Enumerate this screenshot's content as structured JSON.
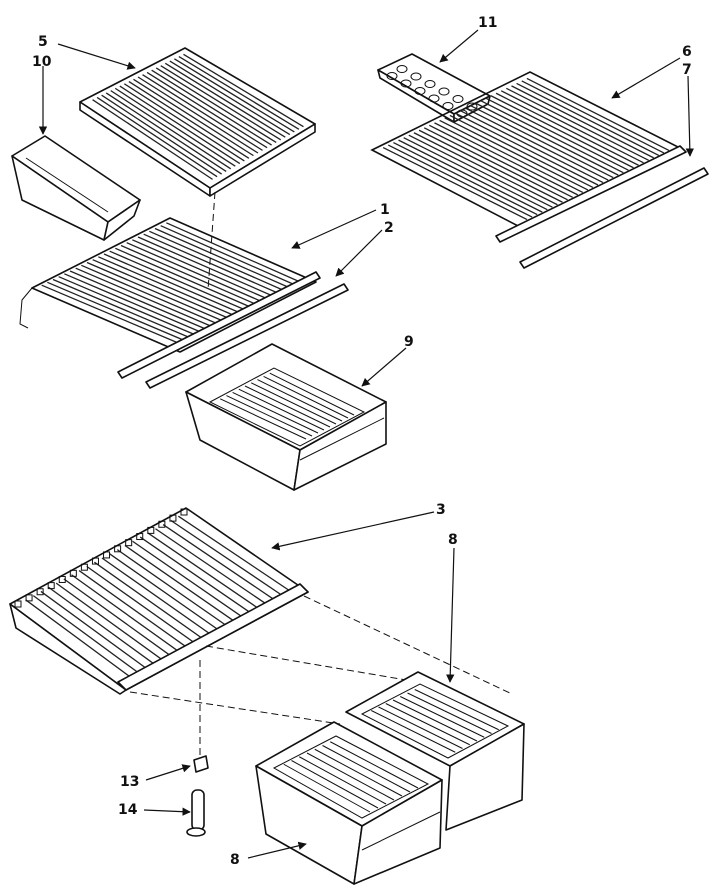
{
  "callouts": {
    "c1": "1",
    "c2": "2",
    "c3": "3",
    "c5": "5",
    "c6": "6",
    "c7": "7",
    "c8a": "8",
    "c8b": "8",
    "c9": "9",
    "c10": "10",
    "c11": "11",
    "c13": "13",
    "c14": "14"
  }
}
